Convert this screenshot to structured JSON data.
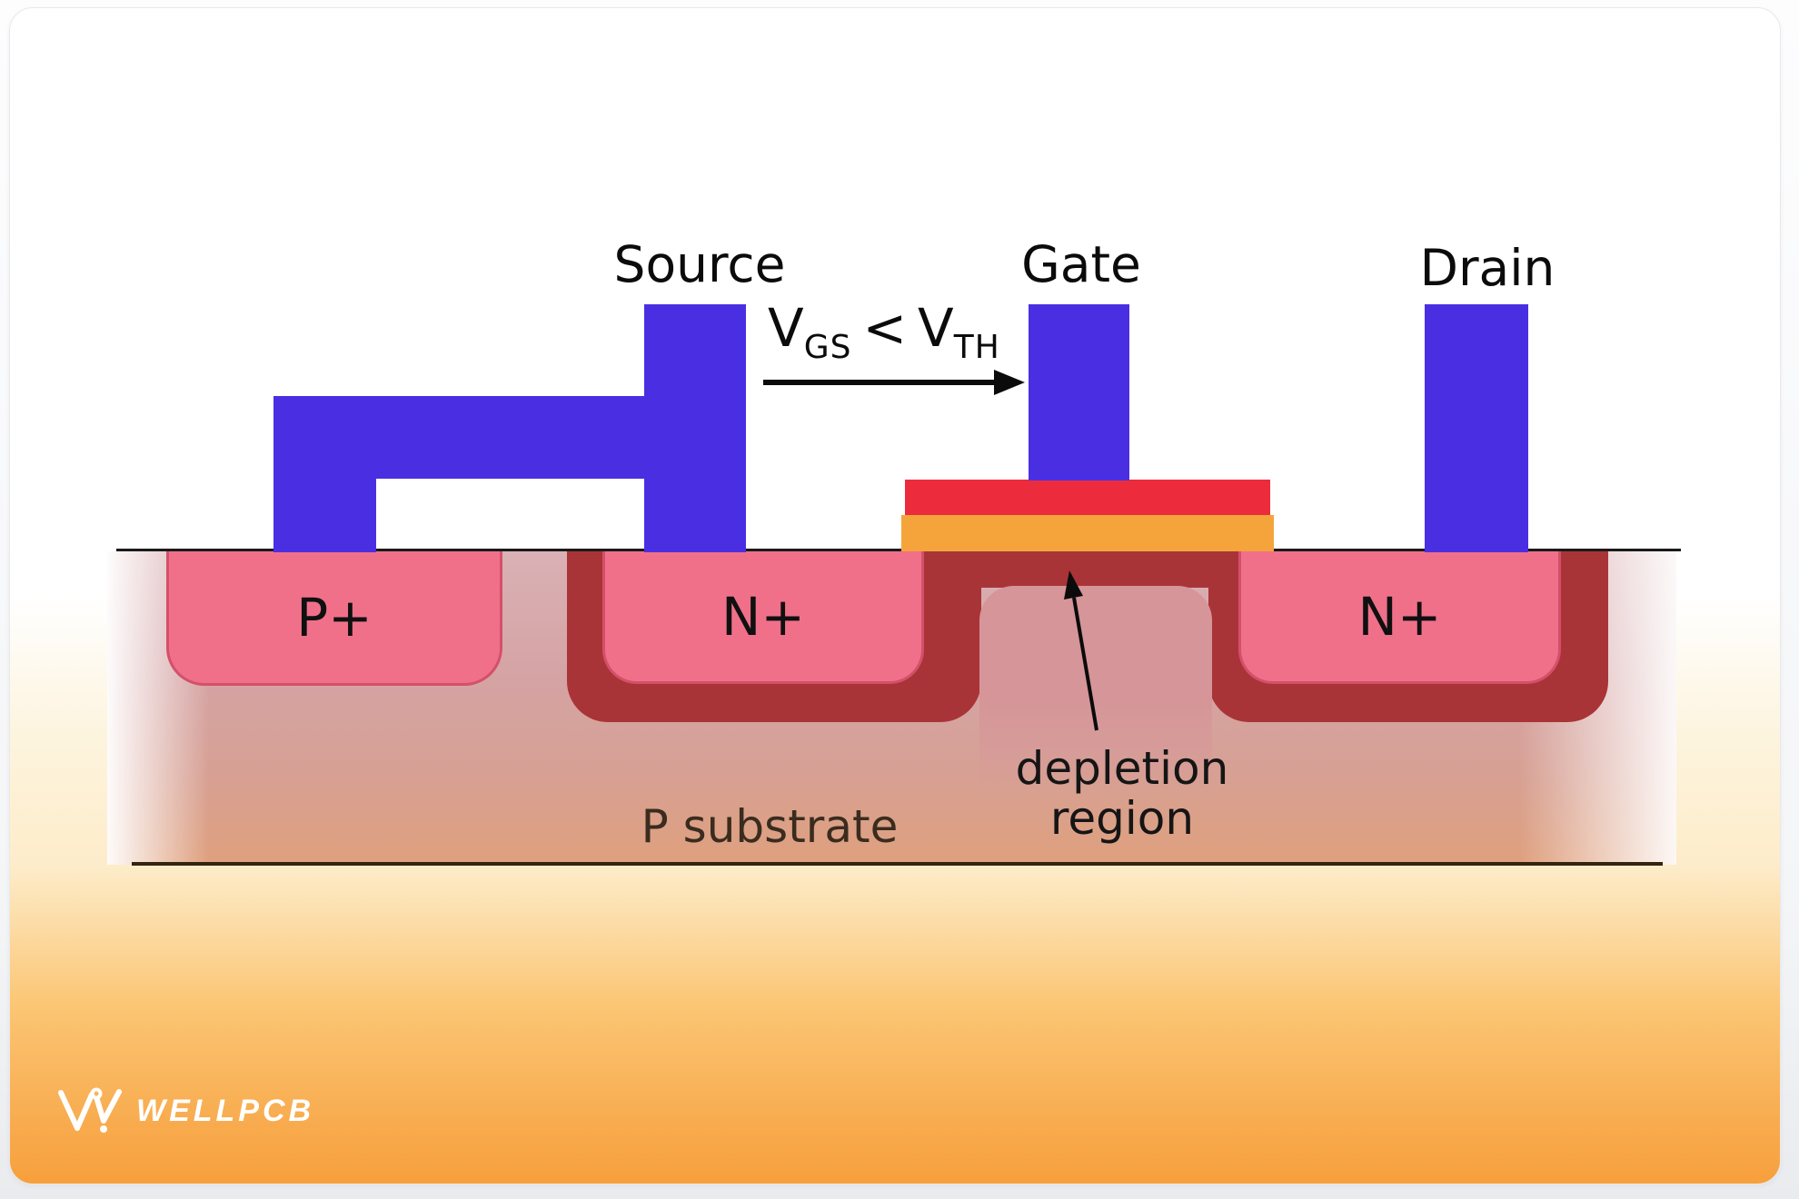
{
  "terminals": {
    "source": "Source",
    "gate": "Gate",
    "drain": "Drain"
  },
  "regions": {
    "p_plus": "P+",
    "n_plus_left": "N+",
    "n_plus_right": "N+",
    "depletion": "depletion region",
    "substrate": "P substrate"
  },
  "formula": {
    "lhs_base": "V",
    "lhs_sub": "GS",
    "operator": "<",
    "rhs_base": "V",
    "rhs_sub": "TH"
  },
  "logo": {
    "brand": "WELLPCB"
  },
  "colors": {
    "metal_blue": "#4A2FE2",
    "gate_red": "#EC2B3D",
    "oxide_orange": "#F5A43C",
    "well_pink": "#F0708A",
    "well_border": "#D4506A",
    "depletion_maroon": "#A93438",
    "channel_pink": "#D69598",
    "card_orange": "#F7A03C",
    "line_black": "#1A1A1A",
    "substrate_line_brown": "#32240E",
    "substrate_text": "#3A2C1E",
    "logo_white": "#FFFFFF"
  }
}
